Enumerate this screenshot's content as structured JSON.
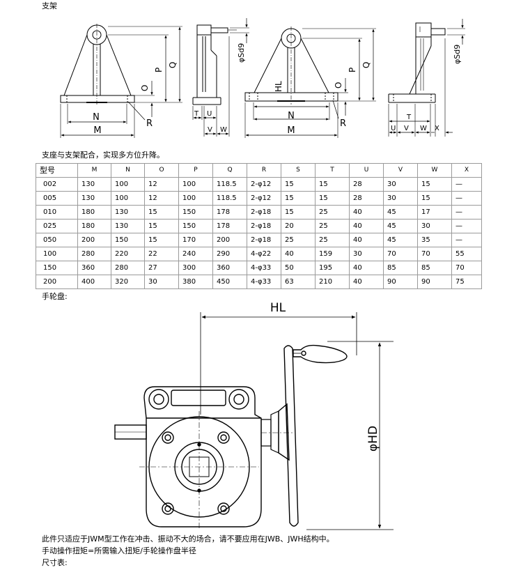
{
  "sections": {
    "bracket_title": "支架",
    "combination_note": "支座与支架配合，实现多方位升降。",
    "handwheel_title": "手轮盘:",
    "usage_note": "此件只适应于JWM型工作在冲击、振动不大的场合，请不要应用在JWB、JWH结构中。",
    "torque_note": "手动操作扭矩=所需输入扭矩/手轮操作盘半径",
    "size_table_title": "尺寸表:"
  },
  "bracket_labels": {
    "N": "N",
    "M": "M",
    "R": "R",
    "O": "O",
    "P": "P",
    "Q": "Q",
    "T": "T",
    "U": "U",
    "V": "V",
    "W": "W",
    "X": "X",
    "HL": "HL",
    "phiSd9": "φSd9"
  },
  "handwheel_labels": {
    "HL": "HL",
    "HD": "φHD"
  },
  "table": {
    "headers": [
      "型号",
      "M",
      "N",
      "O",
      "P",
      "Q",
      "R",
      "S",
      "T",
      "U",
      "V",
      "W",
      "X"
    ],
    "rows": [
      [
        "002",
        "130",
        "100",
        "12",
        "100",
        "118.5",
        "2-φ12",
        "15",
        "15",
        "28",
        "30",
        "15",
        "—"
      ],
      [
        "005",
        "130",
        "100",
        "12",
        "100",
        "118.5",
        "2-φ12",
        "15",
        "15",
        "28",
        "30",
        "15",
        "—"
      ],
      [
        "010",
        "180",
        "130",
        "15",
        "150",
        "178",
        "2-φ18",
        "15",
        "25",
        "40",
        "45",
        "17",
        "—"
      ],
      [
        "025",
        "180",
        "130",
        "15",
        "150",
        "178",
        "2-φ18",
        "20",
        "25",
        "40",
        "45",
        "30",
        "—"
      ],
      [
        "050",
        "200",
        "150",
        "15",
        "170",
        "200",
        "2-φ18",
        "25",
        "25",
        "40",
        "45",
        "35",
        "—"
      ],
      [
        "100",
        "280",
        "220",
        "22",
        "240",
        "290",
        "4-φ22",
        "40",
        "159",
        "30",
        "70",
        "70",
        "55"
      ],
      [
        "150",
        "360",
        "280",
        "27",
        "300",
        "360",
        "4-φ33",
        "50",
        "195",
        "40",
        "85",
        "85",
        "70"
      ],
      [
        "200",
        "400",
        "320",
        "30",
        "380",
        "450",
        "4-φ33",
        "63",
        "210",
        "40",
        "90",
        "90",
        "75"
      ]
    ]
  }
}
